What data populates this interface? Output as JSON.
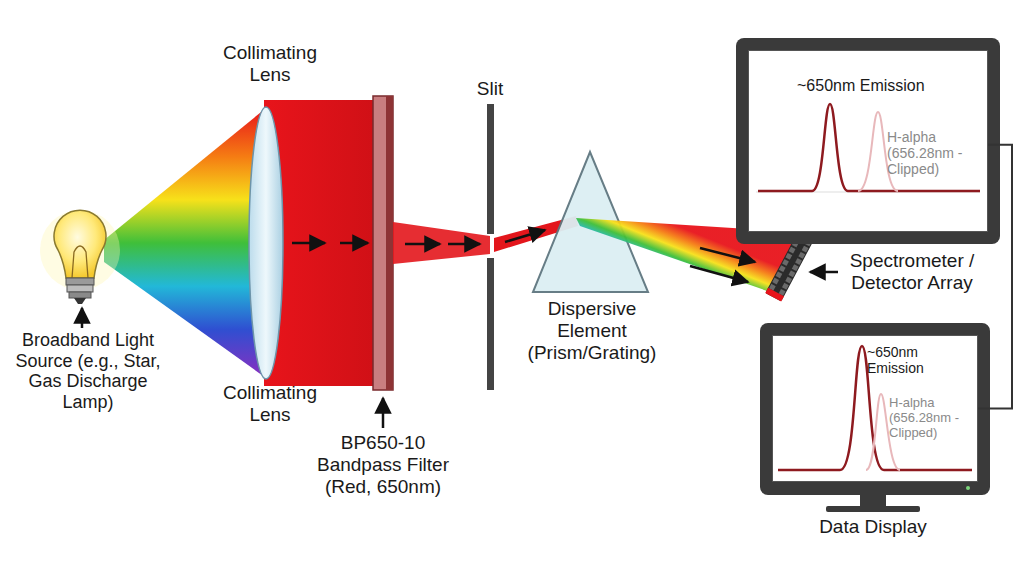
{
  "diagram": {
    "nodes": [
      {
        "text": [
          "~650nm Emission",
          "H-alpha (656.28nm - Clipped)"
        ]
      },
      {
        "text": [
          "~650nm Emission",
          "H-alpha (656.28nm - Clipped)"
        ]
      }
    ],
    "edges": [
      {
        "from": 0,
        "to": 1,
        "arrow": "none"
      }
    ],
    "labels": [
      "Collimating Lens",
      "Collimating Lens",
      "Broadband Light Source (e.g., Star, Gas Discharge Lamp)",
      "BP650-10 Bandpass Filter (Red, 650nm)",
      "Slit",
      "Dispersive Element (Prism/Grating)",
      "Spectrometer / Detector Array",
      "Data Display"
    ]
  }
}
